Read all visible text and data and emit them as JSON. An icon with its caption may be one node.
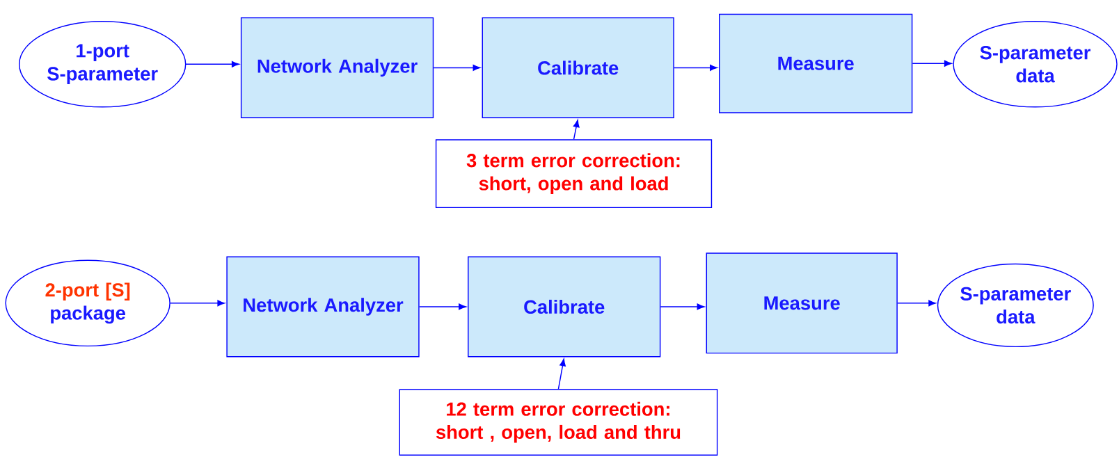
{
  "diagram": {
    "nodes": [
      {
        "text": [
          "1-port S-parameter"
        ]
      },
      {
        "text": [
          "Network Analyzer"
        ]
      },
      {
        "text": [
          "Calibrate"
        ]
      },
      {
        "text": [
          "Measure"
        ]
      },
      {
        "text": [
          "S-parameter data"
        ]
      },
      {
        "text": [
          "3 term error correction: short, open and load"
        ]
      },
      {
        "text": [
          "2-port [S]",
          "package"
        ]
      },
      {
        "text": [
          "Network Analyzer"
        ]
      },
      {
        "text": [
          "Calibrate"
        ]
      },
      {
        "text": [
          "Measure"
        ]
      },
      {
        "text": [
          "S-parameter data"
        ]
      },
      {
        "text": [
          "12 term error correction: short , open, load and thru"
        ]
      }
    ],
    "edges": [
      {
        "from": 0,
        "to": 1,
        "arrow": "to"
      },
      {
        "from": 1,
        "to": 2,
        "arrow": "to"
      },
      {
        "from": 2,
        "to": 3,
        "arrow": "to"
      },
      {
        "from": 3,
        "to": 4,
        "arrow": "to"
      },
      {
        "from": 5,
        "to": 2,
        "arrow": "to"
      },
      {
        "from": 6,
        "to": 7,
        "arrow": "to"
      },
      {
        "from": 7,
        "to": 8,
        "arrow": "to"
      },
      {
        "from": 8,
        "to": 9,
        "arrow": "to"
      },
      {
        "from": 9,
        "to": 10,
        "arrow": "to"
      },
      {
        "from": 11,
        "to": 8,
        "arrow": "to"
      }
    ]
  }
}
